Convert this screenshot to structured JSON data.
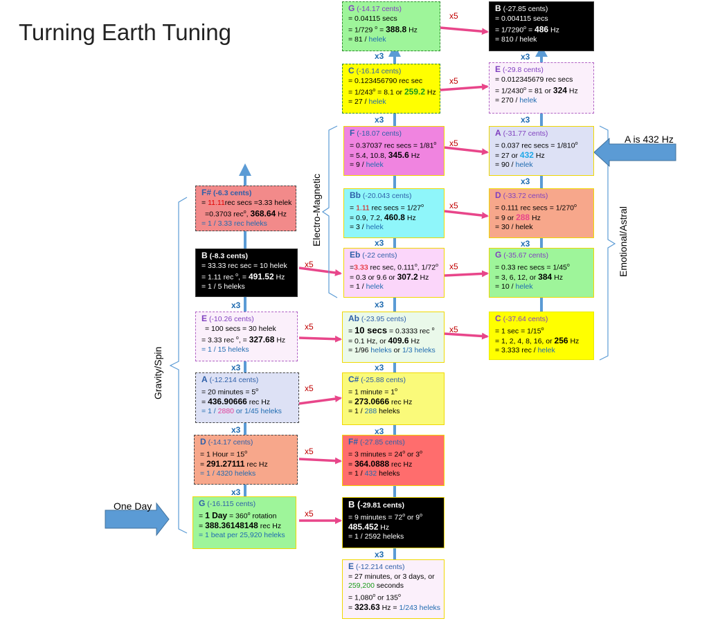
{
  "title": "Turning Earth Tuning",
  "labels": {
    "gravity_spin": "Gravity/Spin",
    "electro_magnetic": "Electro-Magnetic",
    "emotional_astral": "Emotional/Astral",
    "one_day": "One Day",
    "a_is_432": "A is 432 Hz",
    "x3": "x3",
    "x5": "x5"
  },
  "col1": {
    "fsharp": {
      "note": "F#",
      "cents": "(-6.3 cents)",
      "l1a": "= ",
      "l1b": "11.11",
      "l1c": "rec secs =3.33 helek",
      "l2a": "=0.3703 rec",
      "l2deg": "o",
      "l2b": ", ",
      "l2c": "368.64",
      "l2d": " Hz",
      "l3": "= 1 / 3.33 rec heleks"
    },
    "b": {
      "note": "B",
      "cents": "(-8.3 cents)",
      "l1": "=  33.33 rec sec  = 10 helek",
      "l2a": "= 1.11 rec ",
      "l2deg": "o",
      "l2b": ", = ",
      "l2c": "491.52",
      "l2d": " Hz",
      "l3": "= 1 / 5 heleks"
    },
    "e": {
      "note": "E",
      "cents": "(-10.26 cents)",
      "l1": "=  100 secs = 30 helek",
      "l2a": "= 3.33 rec ",
      "l2deg": "o",
      "l2b": ", = ",
      "l2c": "327.68",
      "l2d": " Hz",
      "l3": "= 1 / 15 heleks"
    },
    "a": {
      "note": "A",
      "cents": "(-12.214 cents)",
      "l1a": "= 20 minutes = 5",
      "l1deg": "o",
      "l2a": "= ",
      "l2b": "436.90666",
      "l2c": " rec Hz",
      "l3a": "= 1 / ",
      "l3b": "2880",
      "l3c": " or 1/45 heleks"
    },
    "d": {
      "note": "D",
      "cents": "(-14.17 cents)",
      "l1a": "= 1 Hour = 15",
      "l1deg": "o",
      "l2a": "= ",
      "l2b": "291.27111",
      "l2c": " rec Hz",
      "l3": "= 1 / 4320 heleks"
    },
    "g": {
      "note": "G",
      "cents": "(-16.115 cents)",
      "l1a": "= ",
      "l1b": "1 Day",
      "l1c": " = 360",
      "l1deg": "o",
      "l1d": " rotation",
      "l2a": "= ",
      "l2b": "388.36148148",
      "l2c": " rec Hz",
      "l3": "= 1 beat per 25,920 heleks"
    }
  },
  "col2": {
    "g": {
      "note": "G",
      "cents": "(-14.17 cents)",
      "l1": "= 0.04115 secs",
      "l2a": "= 1/729 ",
      "l2deg": "o",
      "l2b": " = ",
      "l2c": "388.8",
      "l2d": "  Hz",
      "l3a": "= 81 / ",
      "l3b": "helek"
    },
    "c": {
      "note": "C",
      "cents": "(-16.14 cents)",
      "l1": "= 0.123456790 rec sec",
      "l2a": "= 1/243",
      "l2deg": "o",
      "l2b": " = 8.1 or ",
      "l2c": "259.2",
      "l2d": " Hz",
      "l3a": "= 27 / ",
      "l3b": "helek"
    },
    "f": {
      "note": "F",
      "cents": "(-18.07 cents)",
      "l1a": "= 0.37037 rec secs = 1/81",
      "l1deg": "o",
      "l2a": "= 5.4, 10.8, ",
      "l2b": "345.6",
      "l2c": " Hz",
      "l3a": "= 9 / ",
      "l3b": "helek"
    },
    "bb": {
      "note": "Bb",
      "cents": "(-20.043 cents)",
      "l1a": "= ",
      "l1b": "1.11",
      "l1c": " rec secs = 1/27",
      "l1deg": "o",
      "l2a": "= 0.9, 7.2, ",
      "l2b": "460.8",
      "l2c": " Hz",
      "l3a": "= 3 / ",
      "l3b": "helek"
    },
    "eb": {
      "note": "Eb",
      "cents": "(-22 cents)",
      "l1a": "=",
      "l1b": "3.33",
      "l1c": " rec sec, 0.111",
      "l1deg": "o",
      "l1d": ", 1/72",
      "l1deg2": "o",
      "l2a": "= 0.3 or 9.6 or ",
      "l2b": "307.2",
      "l2c": " Hz",
      "l3a": "= 1 / ",
      "l3b": "helek"
    },
    "ab": {
      "note": "Ab",
      "cents": "(-23.95 cents)",
      "l1a": "= ",
      "l1b": "10 secs",
      "l1c": " = 0.3333 rec ",
      "l1deg": "o",
      "l2a": "= 0.1 Hz, or ",
      "l2b": "409.6",
      "l2c": " Hz",
      "l3a": "= 1/96 ",
      "l3b": "heleks",
      "l3c": " or ",
      "l3d": "1/3 heleks"
    },
    "csharp": {
      "note": "C#",
      "cents": "(-25.88 cents)",
      "l1a": "= 1 minute = 1",
      "l1deg": "o",
      "l2a": "= ",
      "l2b": "273.0666",
      "l2c": " rec Hz",
      "l3a": "= 1 / ",
      "l3b": "288",
      "l3c": " heleks"
    },
    "fsharp": {
      "note": "F#",
      "cents": "(-27.85 cents)",
      "l1a": "= 3 minutes = 24",
      "l1deg": "o",
      "l1b": " or 3",
      "l1deg2": "o",
      "l2a": "= ",
      "l2b": "364.0888",
      "l2c": " rec Hz",
      "l3a": "= 1 / ",
      "l3b": "432",
      "l3c": " heleks"
    },
    "b": {
      "note": "B",
      "paren": "  (",
      "cents": "-29.81 cents)",
      "l1a": "= 9 minutes = 72",
      "l1deg": "o",
      "l1b": " or 9",
      "l1deg2": "o",
      "l2": "485.452",
      "l2b": " Hz",
      "l3": "= 1 / 2592 heleks"
    },
    "e": {
      "note": "E",
      "cents": "(-12.214 cents)",
      "l1": "= 27 minutes, or 3 days, or",
      "l2a": "259,200",
      "l2b": " seconds",
      "l3a": "= 1,080",
      "l3deg": "o",
      "l3b": " or 135",
      "l3deg2": "o",
      "l4a": "= ",
      "l4b": "323.63",
      "l4c": " Hz = ",
      "l4d": "1/243 heleks"
    }
  },
  "col3": {
    "b": {
      "note": "B",
      "cents": "(-27.85 cents)",
      "l1": "= 0.004115 secs",
      "l2a": "= 1/7290",
      "l2deg": "o",
      "l2b": " = ",
      "l2c": "486",
      "l2d": " Hz",
      "l3": "= 810 / helek"
    },
    "e": {
      "note": "E",
      "cents": "(-29.8 cents)",
      "l1": "= 0.012345679 rec secs",
      "l2a": "= 1/2430",
      "l2deg": "o",
      "l2b": " = 81 or ",
      "l2c": "324",
      "l2d": " Hz",
      "l3a": "= 270 / ",
      "l3b": "helek"
    },
    "a": {
      "note": "A",
      "cents": "(-31.77 cents)",
      "l1a": "= 0.037 rec secs = 1/810",
      "l1deg": "o",
      "l2a": "= 27 or ",
      "l2b": "432",
      "l2c": " Hz",
      "l3a": "= 90 / ",
      "l3b": "helek"
    },
    "d": {
      "note": "D",
      "cents": "(-33.72 cents)",
      "l1a": "= 0.111 rec secs = 1/270",
      "l1deg": "o",
      "l2a": "= 9 or ",
      "l2b": "288",
      "l2c": " Hz",
      "l3": "= 30 / helek"
    },
    "g": {
      "note": "G",
      "cents": "(-35.67 cents)",
      "l1a": "=  0.33 rec secs = 1/45",
      "l1deg": "o",
      "l2a": "= 3, 6, 12,  or ",
      "l2b": "384",
      "l2c": " Hz",
      "l3a": "= 10 / ",
      "l3b": "helek"
    },
    "c": {
      "note": "C",
      "cents": "(-37.64 cents)",
      "l1a": "= 1 sec = 1/15",
      "l1deg": "o",
      "l2a": "= 1, 2, 4, 8, 16, or ",
      "l2b": "256",
      "l2c": " Hz",
      "l3a": "= 3.333 rec / ",
      "l3b": "helek"
    }
  },
  "colors": {
    "pink_red": "#f28a8a",
    "black": "#000000",
    "lavender": "#fbf0fb",
    "periwinkle": "#dde1f5",
    "salmon": "#f7a78b",
    "light_green": "#9ef59a",
    "yellow": "#ffff00",
    "magenta": "#f084e0",
    "cyan": "#8ff6fa",
    "light_pink": "#fbd6fa",
    "mint": "#eaf9ea",
    "yellow_light": "#fafa7a",
    "red": "#ff6d6d",
    "arrow_blue": "#5b9bd5",
    "arrow_pink": "#e8468a"
  }
}
